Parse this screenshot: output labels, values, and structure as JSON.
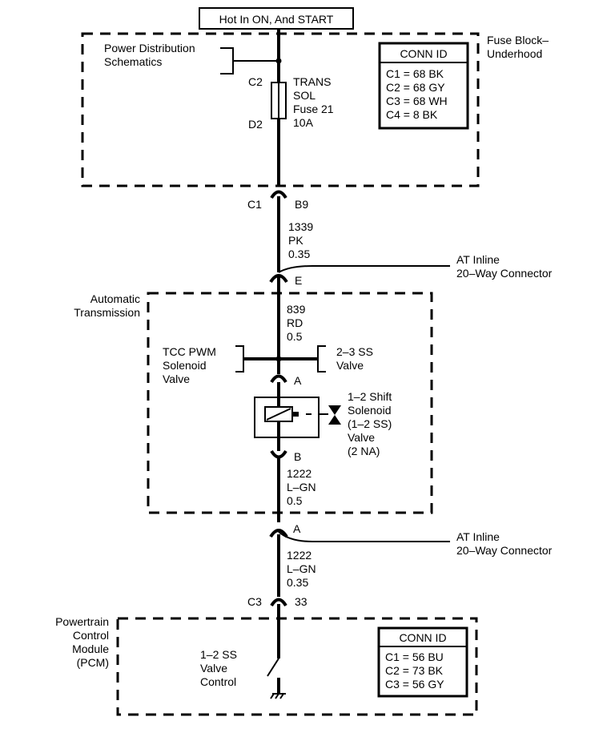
{
  "power_label": "Hot In ON, And START",
  "fuse_block": {
    "name_lines": [
      "Fuse Block–",
      "Underhood"
    ],
    "power_dist_lines": [
      "Power Distribution",
      "Schematics"
    ],
    "conn_top": "C2",
    "conn_bottom": "D2",
    "fuse_lines": [
      "TRANS",
      "SOL",
      "Fuse 21",
      "10A"
    ],
    "conn_id": {
      "title": "CONN ID",
      "rows": [
        "C1 = 68 BK",
        "C2 = 68 GY",
        "C3 = 68 WH",
        "C4 = 8 BK"
      ]
    }
  },
  "conn_c1": {
    "left": "C1",
    "right": "B9"
  },
  "wire_1": [
    "1339",
    "PK",
    "0.35"
  ],
  "inline_connector": [
    "AT Inline",
    "20–Way Connector"
  ],
  "inline_top_pin": "E",
  "transmission": {
    "name_lines": [
      "Automatic",
      "Transmission"
    ],
    "wire_2": [
      "839",
      "RD",
      "0.5"
    ],
    "tcc_lines": [
      "TCC PWM",
      "Solenoid",
      "Valve"
    ],
    "ss23_lines": [
      "2–3 SS",
      "Valve"
    ],
    "pin_a": "A",
    "solenoid_lines": [
      "1–2 Shift",
      "Solenoid",
      "(1–2 SS)",
      "Valve",
      "(2 NA)"
    ],
    "pin_b": "B",
    "wire_3": [
      "1222",
      "L–GN",
      "0.5"
    ]
  },
  "inline_bottom_pin": "A",
  "wire_4": [
    "1222",
    "L–GN",
    "0.35"
  ],
  "conn_c3": {
    "left": "C3",
    "right": "33"
  },
  "pcm": {
    "name_lines": [
      "Powertrain",
      "Control",
      "Module",
      "(PCM)"
    ],
    "control_lines": [
      "1–2 SS",
      "Valve",
      "Control"
    ],
    "conn_id": {
      "title": "CONN ID",
      "rows": [
        "C1 = 56 BU",
        "C2 = 73 BK",
        "C3 = 56 GY"
      ]
    }
  }
}
